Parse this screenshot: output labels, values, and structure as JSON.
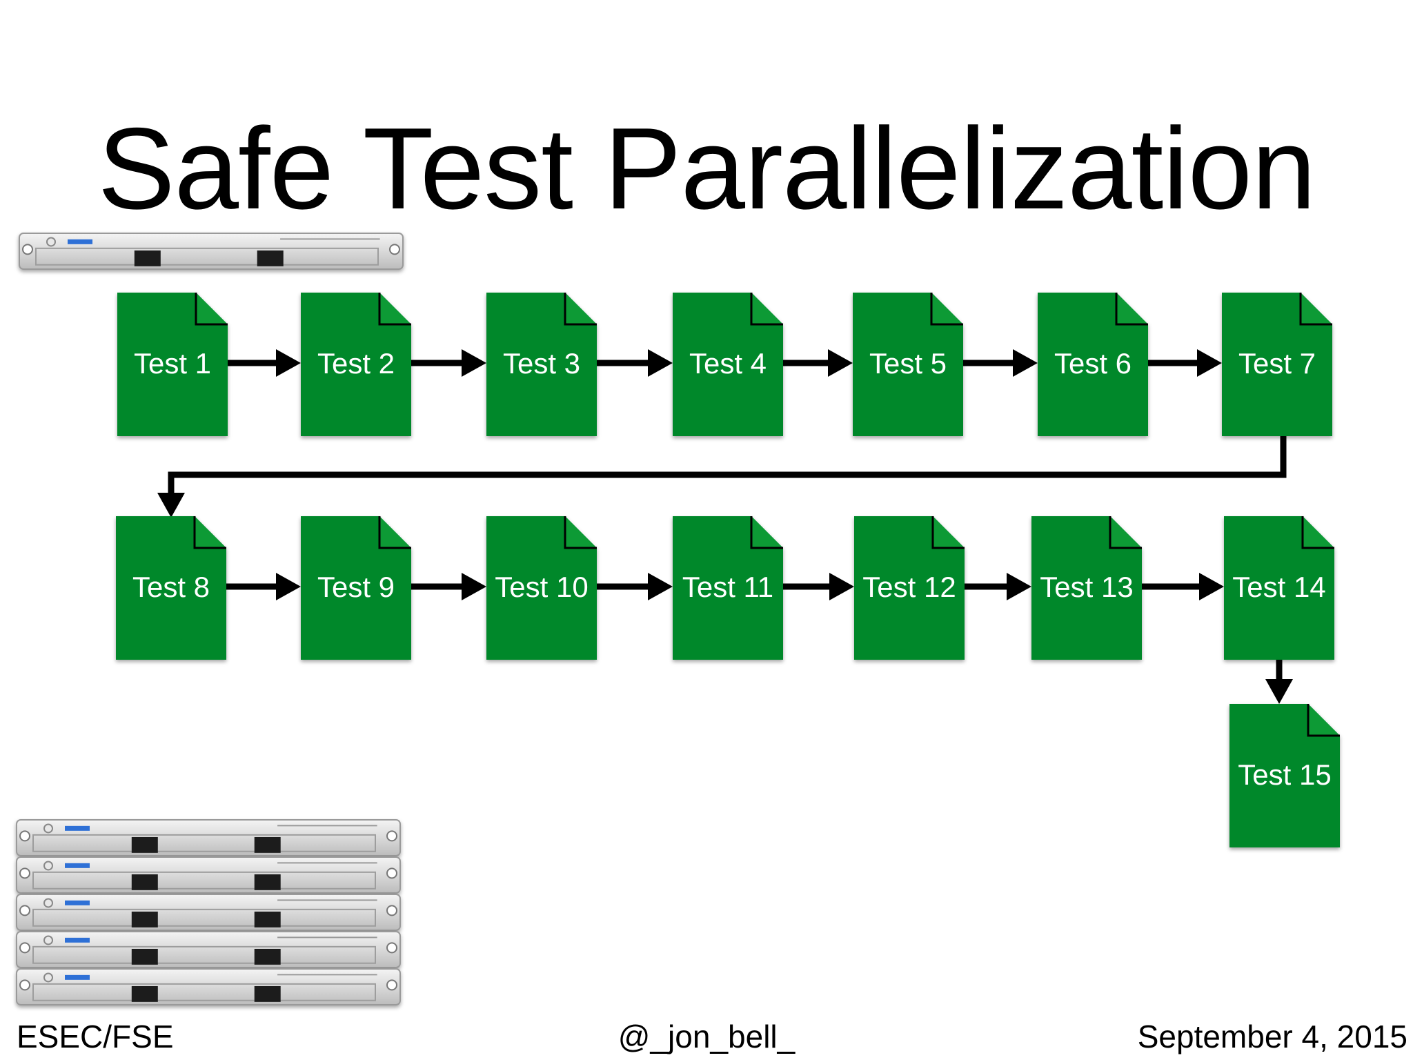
{
  "slide": {
    "title": "Safe Test Parallelization",
    "footer": {
      "left": "ESEC/FSE",
      "center": "@_jon_bell_",
      "right": "September 4, 2015"
    }
  },
  "colors": {
    "doc_fill": "#05882c",
    "doc_fold": "#0a9a34",
    "arrow": "#000000",
    "server_body": "#dcdcdc"
  },
  "icons": {
    "server": "server-rack-icon",
    "document": "document-icon"
  },
  "tests": [
    "Test 1",
    "Test 2",
    "Test 3",
    "Test 4",
    "Test 5",
    "Test 6",
    "Test 7",
    "Test 8",
    "Test 9",
    "Test 10",
    "Test 11",
    "Test 12",
    "Test 13",
    "Test 14",
    "Test 15"
  ],
  "servers": {
    "top_count": 1,
    "bottom_count": 5
  }
}
